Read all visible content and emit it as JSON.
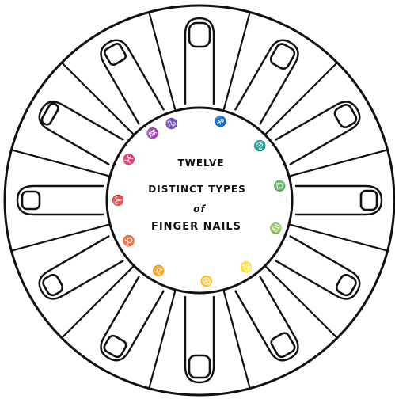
{
  "center_label": {
    "line1": "TWELVE",
    "line2": "DISTINCT TYPES",
    "line3": "of",
    "line4": "FINGER NAILS"
  },
  "zodiac_glyphs": [
    {
      "sign": "capricorn",
      "symbol": "♑"
    },
    {
      "sign": "sagittarius",
      "symbol": "♐"
    },
    {
      "sign": "scorpio",
      "symbol": "♏"
    },
    {
      "sign": "libra",
      "symbol": "♎"
    },
    {
      "sign": "virgo",
      "symbol": "♍"
    },
    {
      "sign": "leo",
      "symbol": "♌"
    },
    {
      "sign": "cancer",
      "symbol": "♋"
    },
    {
      "sign": "gemini",
      "symbol": "♊"
    },
    {
      "sign": "taurus",
      "symbol": "♉"
    },
    {
      "sign": "aries",
      "symbol": "♈"
    },
    {
      "sign": "pisces",
      "symbol": "♓"
    },
    {
      "sign": "aquarius",
      "symbol": "♒"
    }
  ],
  "colors": {
    "ink": "#111111",
    "paper": "#ffffff"
  }
}
